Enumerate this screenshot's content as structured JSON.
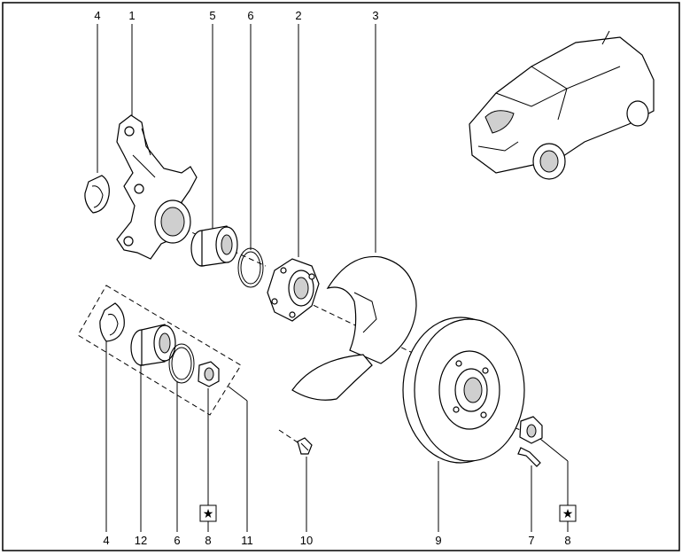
{
  "labels": {
    "top": [
      "4",
      "1",
      "5",
      "6",
      "2",
      "3"
    ],
    "bottom": [
      "4",
      "12",
      "6",
      "8",
      "11",
      "10",
      "9",
      "7",
      "8"
    ]
  },
  "markers": {
    "star_glyph": "★"
  }
}
